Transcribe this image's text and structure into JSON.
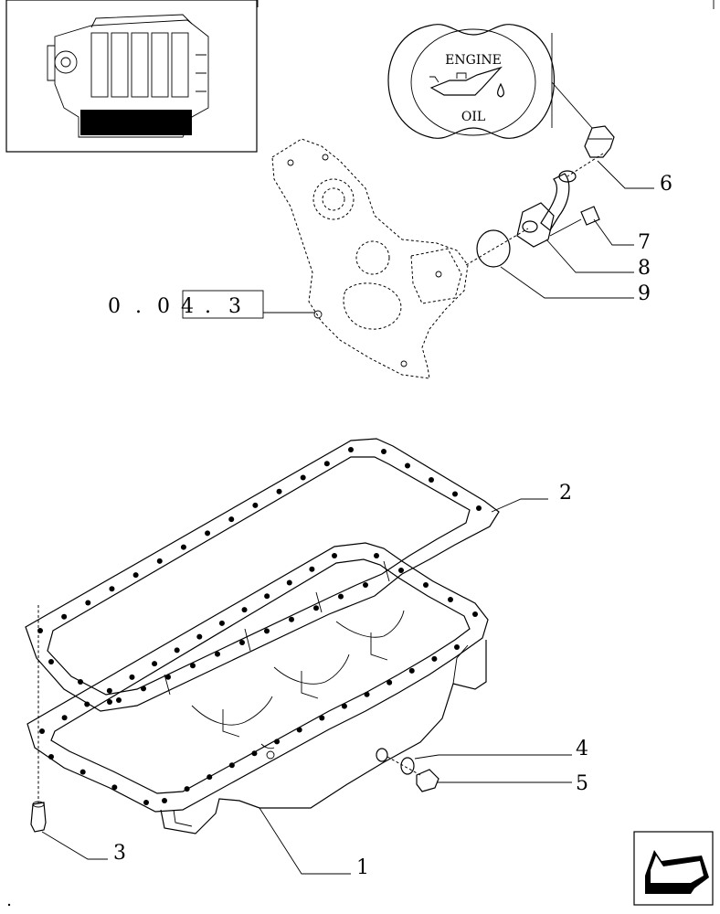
{
  "reference": {
    "digits": [
      "0",
      ".",
      "0",
      "4",
      ".",
      "3"
    ]
  },
  "cap_text": {
    "top": "ENGINE",
    "bottom": "OIL"
  },
  "callouts": [
    "1",
    "2",
    "3",
    "4",
    "5",
    "6",
    "7",
    "8",
    "9"
  ],
  "icons": {
    "thumbnail": "engine-thumbnail-icon",
    "nav": "previous-page-arrow-icon"
  }
}
